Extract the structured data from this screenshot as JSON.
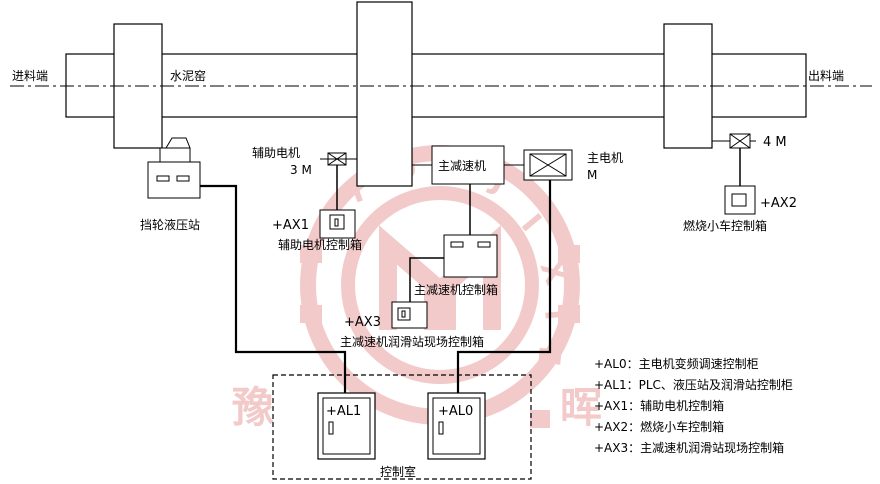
{
  "kiln": {
    "label": "水泥窑",
    "inlet_label": "进料端",
    "outlet_label": "出料端"
  },
  "equipment": {
    "aux_motor_label": "辅助电机",
    "aux_motor_code": "3 M",
    "main_reducer_label": "主减速机",
    "main_motor_label": "主电机",
    "main_motor_code": "M",
    "burner_motor_code": "4 M",
    "hydraulic_station_label": "挡轮液压站"
  },
  "control_boxes": {
    "ax1_code": "+AX1",
    "ax1_label": "辅助电机控制箱",
    "reducer_box_label": "主减速机控制箱",
    "ax2_code": "+AX2",
    "ax2_label": "燃烧小车控制箱",
    "ax3_code": "+AX3",
    "ax3_label": "主减速机润滑站现场控制箱",
    "al1_code": "+AL1",
    "al0_code": "+AL0",
    "control_room_label": "控制室"
  },
  "legend": [
    "+AL0：主电机变频调速控制柜",
    "+AL1：PLC、液压站及润滑站控制柜",
    "+AX1：辅助电机控制箱",
    "+AX2：燃烧小车控制箱",
    "+AX3：主减速机润滑站现场控制箱"
  ],
  "watermark": {
    "arc_text": "YUHUIJIXIE",
    "char_left": "豫",
    "char_right": "晖",
    "color": "#e8a0a0"
  }
}
